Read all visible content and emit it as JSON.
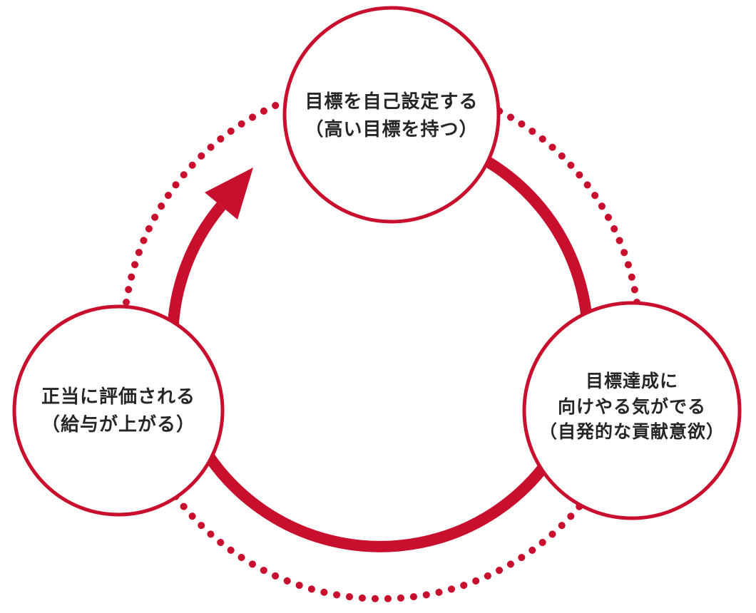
{
  "diagram": {
    "type": "cycle",
    "accent_color": "#c8102e",
    "text_color": "#262626",
    "background_color": "#ffffff",
    "nodes": [
      {
        "id": "self-set-goals",
        "position": "top",
        "lines": [
          "目標を自己設定する",
          "（高い目標を持つ）"
        ]
      },
      {
        "id": "motivation-to-achieve",
        "position": "right",
        "lines": [
          "目標達成に",
          "向けやる気がでる",
          "（自発的な貢献意欲）"
        ]
      },
      {
        "id": "fair-evaluation",
        "position": "left",
        "lines": [
          "正当に評価される",
          "（給与が上がる）"
        ]
      }
    ]
  }
}
